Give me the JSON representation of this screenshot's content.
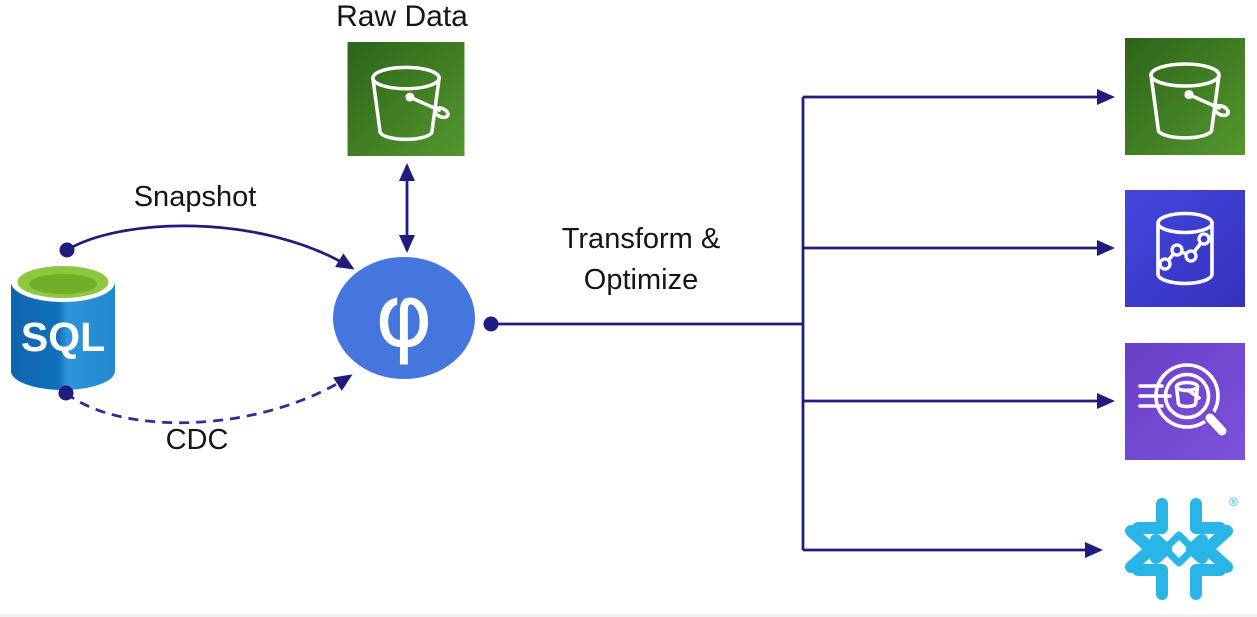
{
  "labels": {
    "raw_data": "Raw Data",
    "snapshot": "Snapshot",
    "cdc": "CDC",
    "transform_line1": "Transform &",
    "transform_line2": "Optimize"
  },
  "source": {
    "name": "sql-database",
    "label": "SQL"
  },
  "processor": {
    "name": "phi-engine",
    "symbol": "φ"
  },
  "staging": {
    "name": "raw-data-bucket",
    "icon": "s3-bucket-icon"
  },
  "destinations": [
    {
      "name": "s3-bucket",
      "icon": "s3-bucket-icon"
    },
    {
      "name": "database-analytics",
      "icon": "database-graph-icon"
    },
    {
      "name": "query-service",
      "icon": "magnifier-bucket-icon"
    },
    {
      "name": "snowflake",
      "icon": "snowflake-icon",
      "registered_mark": "®"
    }
  ],
  "connections": [
    {
      "from": "sql-database",
      "to": "phi-engine",
      "label": "Snapshot",
      "style": "solid-curve-arrow"
    },
    {
      "from": "sql-database",
      "to": "phi-engine",
      "label": "CDC",
      "style": "dashed-curve-arrow"
    },
    {
      "from": "phi-engine",
      "to": "raw-data-bucket",
      "style": "bidirectional-arrow"
    },
    {
      "from": "phi-engine",
      "to": "s3-bucket",
      "label": "Transform & Optimize",
      "style": "fan-out-arrow"
    },
    {
      "from": "phi-engine",
      "to": "database-analytics",
      "label": "Transform & Optimize",
      "style": "fan-out-arrow"
    },
    {
      "from": "phi-engine",
      "to": "query-service",
      "label": "Transform & Optimize",
      "style": "fan-out-arrow"
    },
    {
      "from": "phi-engine",
      "to": "snowflake",
      "label": "Transform & Optimize",
      "style": "fan-out-arrow"
    }
  ],
  "colors": {
    "arrow": "#1f1c7d",
    "arrow_dashed": "#2a2d9a",
    "phi_circle": "#4476dd",
    "s3_green_dark": "#2b6418",
    "s3_green_light": "#55962e",
    "database_indigo_dark": "#3531bd",
    "database_indigo_light": "#4348de",
    "query_purple_dark": "#6a3fc8",
    "query_purple_light": "#7d52da",
    "snowflake_blue": "#29b5e8",
    "sql_body_left": "#0f65ad",
    "sql_body_right": "#2e95da",
    "sql_top_green": "#8dc63f"
  }
}
